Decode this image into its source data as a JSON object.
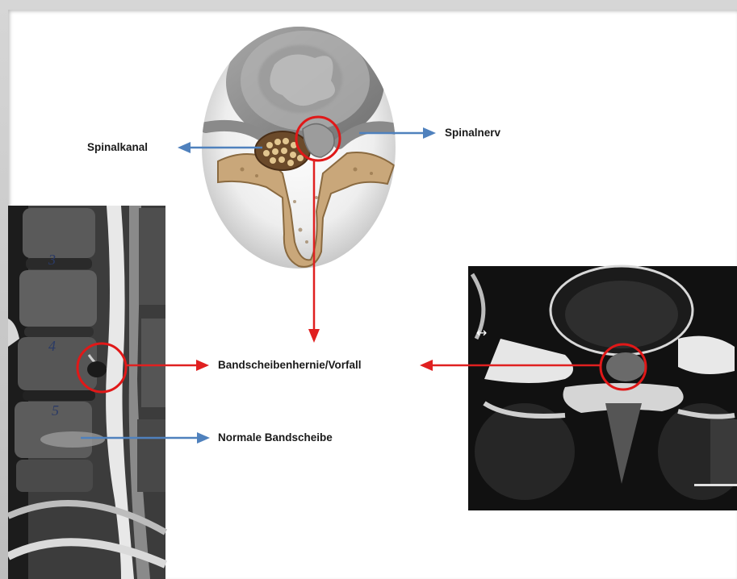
{
  "labels": {
    "spinal_canal": "Spinalkanal",
    "spinal_nerve": "Spinalnerv",
    "herniation": "Bandscheibenhernie/Vorfall",
    "normal_disc": "Normale Bandscheibe"
  },
  "mri_sagittal": {
    "vertebra_numbers": [
      "3",
      "4",
      "5"
    ]
  },
  "mri_axial": {
    "marker": "↔"
  },
  "colors": {
    "red_arrow": "#e02020",
    "blue_arrow": "#4f81bd",
    "circle": "#e01818"
  }
}
